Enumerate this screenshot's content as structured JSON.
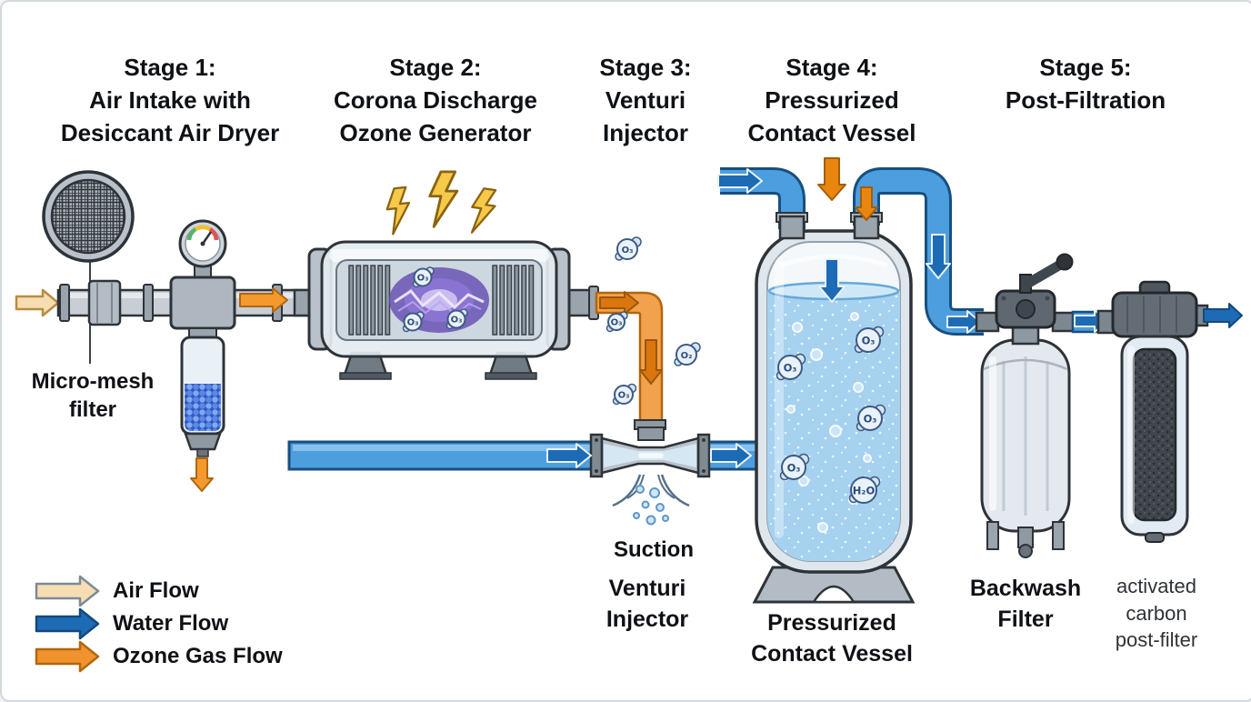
{
  "stages": {
    "s1": "Stage 1:\nAir Intake with\nDesiccant Air Dryer",
    "s2": "Stage 2:\nCorona Discharge\nOzone Generator",
    "s3": "Stage 3:\nVenturi\nInjector",
    "s4": "Stage 4:\nPressurized\nContact Vessel",
    "s5": "Stage 5:\nPost-Filtration"
  },
  "labels": {
    "micro_mesh": "Micro-mesh\nfilter",
    "suction": "Suction",
    "venturi": "Venturi\nInjector",
    "vessel": "Pressurized\nContact Vessel",
    "backwash": "Backwash\nFilter",
    "carbon": "activated\ncarbon\npost-filter"
  },
  "legend": {
    "air": "Air Flow",
    "water": "Water Flow",
    "ozone": "Ozone Gas Flow"
  },
  "molecules": {
    "gen": [
      "O₃",
      "O₃",
      "O₃"
    ],
    "pipe": [
      "O₃",
      "O₃",
      "O₂",
      "O₃"
    ],
    "vessel": [
      "O₃",
      "O₃",
      "O₃",
      "O₃",
      "H₂O"
    ]
  },
  "colors": {
    "air_flow": "#f6ddb2",
    "water_flow": "#1c6bb4",
    "ozone_flow": "#f0932e",
    "water_fill": "#a6d2f0",
    "pipe_blue": "#4d9ede",
    "pipe_orange": "#f2a24c",
    "lightning": "#f6c94a"
  }
}
